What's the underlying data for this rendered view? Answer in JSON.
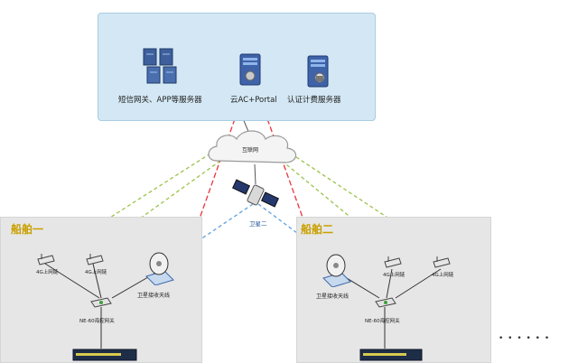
{
  "cloud": {
    "servers": [
      {
        "label": "短信网关、APP等服务器",
        "icon": "server-rack-icon"
      },
      {
        "label": "云AC+Portal",
        "icon": "ac-server-icon"
      },
      {
        "label": "认证计费服务器",
        "icon": "auth-server-icon"
      }
    ]
  },
  "network": {
    "internet_label": "互联网",
    "satellite_label": "卫星二"
  },
  "ships": [
    {
      "title": "船舶一",
      "ap_left_label": "4G上网链",
      "ap_right_label": "4G上网链",
      "antenna_label": "卫星接收天线",
      "gateway_label": "NE-60海控网关"
    },
    {
      "title": "船舶二",
      "ap_left_label": "4G上网链",
      "ap_right_label": "4G上网链",
      "antenna_label": "卫星接收天线",
      "gateway_label": "NE-60海控网关"
    }
  ],
  "ellipsis": "• • • • • •",
  "colors": {
    "red_link": "#e8343a",
    "green_link": "#9bc24a",
    "blue_link": "#5fa2dc",
    "zone_title": "#c9a000"
  }
}
